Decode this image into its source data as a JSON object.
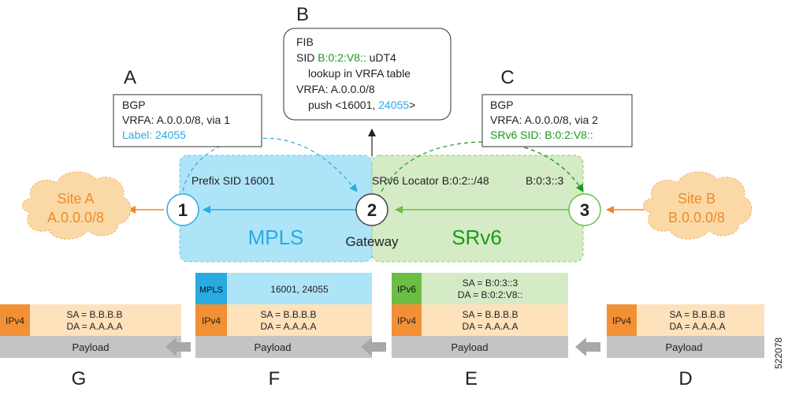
{
  "colors": {
    "mpls_fill": "#aee4f7",
    "mpls_text": "#29abe2",
    "srv6_fill": "#d4ebc5",
    "srv6_text": "#1a9a1a",
    "site_fill": "#fbd9a6",
    "site_text": "#f08a28",
    "ipv4_fill": "#f29036",
    "ipv4_bg": "#fde2bc",
    "ipv6_fill": "#6cbd45",
    "mpls_label_fill": "#29abe2",
    "payload_fill": "#c4c4c4",
    "arrow_gray": "#a8a8a8"
  },
  "callouts": {
    "a": {
      "letter": "A",
      "line1": "BGP",
      "line2": "VRFA: A.0.0.0/8, via 1",
      "line3": "Label: 24055"
    },
    "b": {
      "letter": "B",
      "line1": "FIB",
      "line2_prefix": "SID ",
      "line2_sid": "B:0:2:V8::",
      "line2_suffix": " uDT4",
      "line3": "lookup in VRFA table",
      "line4": "VRFA: A.0.0.0/8",
      "line5_prefix": "push <16001, ",
      "line5_label": "24055",
      "line5_suffix": ">"
    },
    "c": {
      "letter": "C",
      "line1": "BGP",
      "line2": "VRFA: A.0.0.0/8, via 2",
      "line3": "SRv6 SID: B:0:2:V8::"
    }
  },
  "domains": {
    "mpls": {
      "title": "MPLS",
      "prefix_sid": "Prefix SID 16001"
    },
    "srv6": {
      "title": "SRv6",
      "locator": "SRv6 Locator B:0:2::/48",
      "node3_locator": "B:0:3::3"
    },
    "gateway": "Gateway"
  },
  "nodes": [
    "1",
    "2",
    "3"
  ],
  "sites": {
    "a": {
      "name": "Site A",
      "prefix": "A.0.0.0/8"
    },
    "b": {
      "name": "Site B",
      "prefix": "B.0.0.0/8"
    }
  },
  "packets": {
    "g": {
      "letter": "G",
      "ipv4": "IPv4",
      "sa": "SA = B.B.B.B",
      "da": "DA = A.A.A.A",
      "payload": "Payload"
    },
    "f": {
      "letter": "F",
      "mpls": "MPLS",
      "labels": "16001, 24055",
      "ipv4": "IPv4",
      "sa": "SA = B.B.B.B",
      "da": "DA = A.A.A.A",
      "payload": "Payload"
    },
    "e": {
      "letter": "E",
      "ipv6": "IPv6",
      "sa6": "SA = B:0:3::3",
      "da6": "DA = B:0:2:V8::",
      "ipv4": "IPv4",
      "sa": "SA = B.B.B.B",
      "da": "DA = A.A.A.A",
      "payload": "Payload"
    },
    "d": {
      "letter": "D",
      "ipv4": "IPv4",
      "sa": "SA = B.B.B.B",
      "da": "DA = A.A.A.A",
      "payload": "Payload"
    }
  },
  "figure_id": "522078"
}
